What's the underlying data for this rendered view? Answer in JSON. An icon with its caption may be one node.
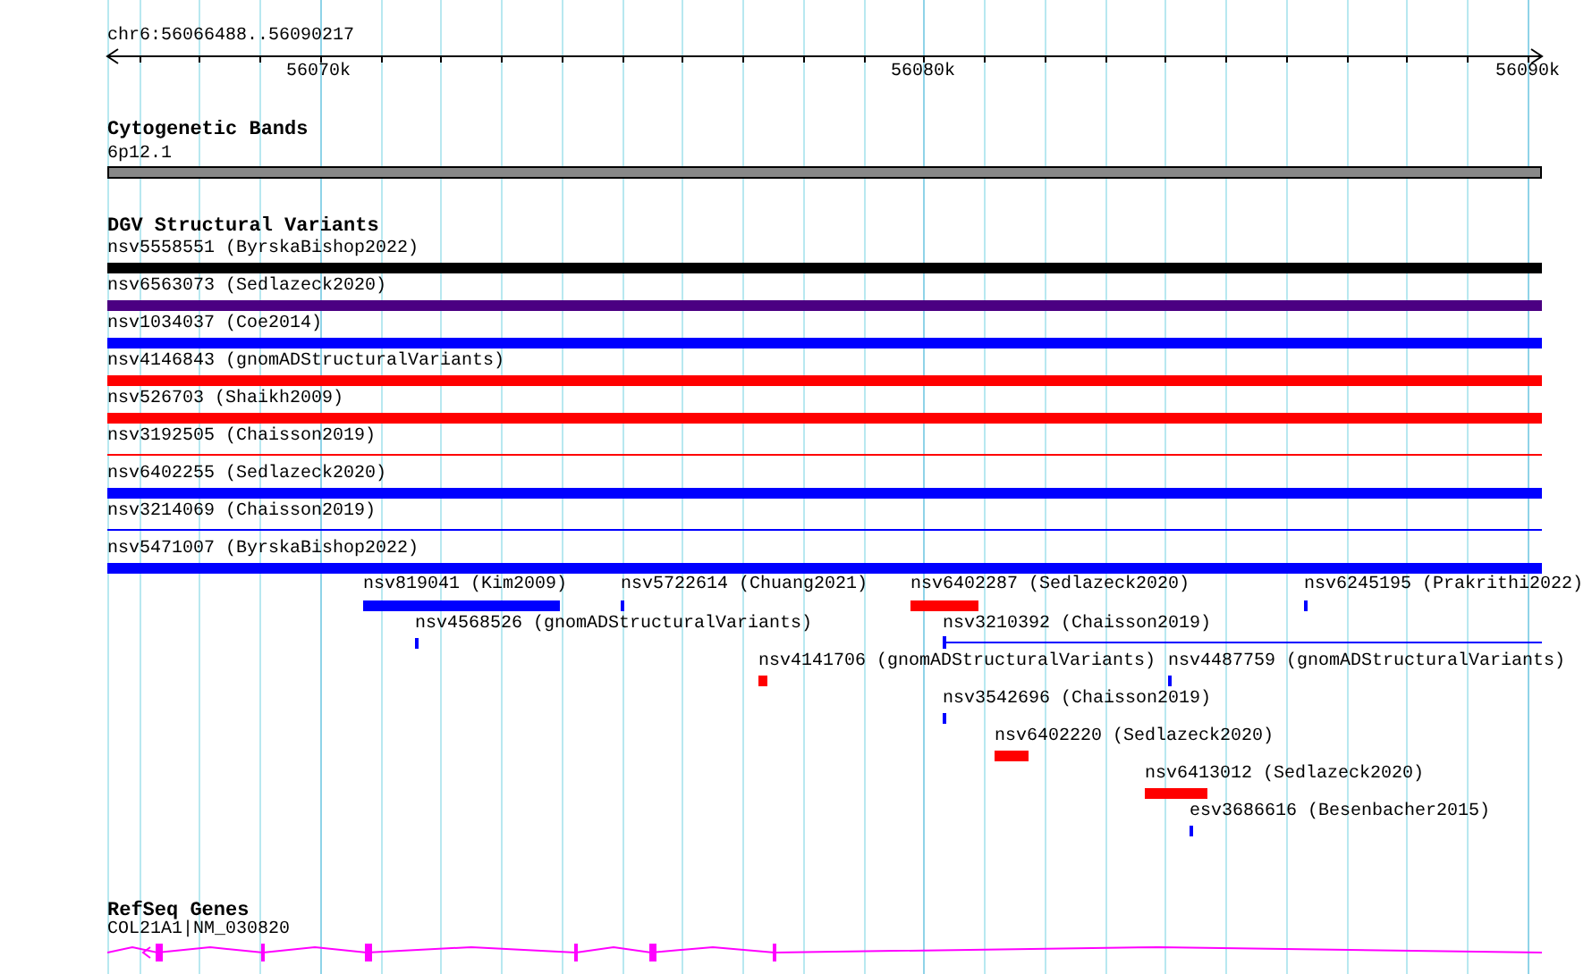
{
  "diagram": {
    "nodes": [
      {
        "text": [
          "6p12.1"
        ]
      },
      {
        "text": [
          "nsv5558551 (ByrskaBishop2022)"
        ]
      },
      {
        "text": [
          "nsv6563073 (Sedlazeck2020)"
        ]
      },
      {
        "text": [
          "nsv1034037 (Coe2014)"
        ]
      },
      {
        "text": [
          "nsv4146843 (gnomADStructuralVariants)"
        ]
      },
      {
        "text": [
          "nsv526703 (Shaikh2009)"
        ]
      },
      {
        "text": [
          "nsv3192505 (Chaisson2019)"
        ]
      },
      {
        "text": [
          "nsv6402255 (Sedlazeck2020)"
        ]
      },
      {
        "text": [
          "nsv3214069 (Chaisson2019)"
        ]
      },
      {
        "text": [
          "nsv5471007 (ByrskaBishop2022)"
        ]
      },
      {
        "text": [
          "nsv819041 (Kim2009)"
        ]
      },
      {
        "text": [
          "nsv5722614 (Chuang2021)"
        ]
      },
      {
        "text": [
          "nsv6402287 (Sedlazeck2020)"
        ]
      },
      {
        "text": [
          "nsv6245195 (Prakrithi2022)"
        ]
      },
      {
        "text": [
          "nsv4568526 (gnomADStructuralVariants)"
        ]
      },
      {
        "text": [
          "nsv3210392 (Chaisson2019)"
        ]
      },
      {
        "text": [
          "nsv4141706 (gnomADStructuralVariants)"
        ]
      },
      {
        "text": [
          "nsv4487759 (gnomADStructuralVariants)"
        ]
      },
      {
        "text": [
          "nsv3542696 (Chaisson2019)"
        ]
      },
      {
        "text": [
          "nsv6402220 (Sedlazeck2020)"
        ]
      },
      {
        "text": [
          "nsv6413012 (Sedlazeck2020)"
        ]
      },
      {
        "text": [
          "esv3686616 (Besenbacher2015)"
        ]
      },
      {
        "text": [
          "COL21A1|NM_030820"
        ]
      }
    ],
    "labels": [
      "chr6:56066488..56090217",
      "56070k",
      "56080k",
      "56090k",
      "Cytogenetic Bands",
      "DGV Structural Variants",
      "RefSeq Genes"
    ]
  }
}
